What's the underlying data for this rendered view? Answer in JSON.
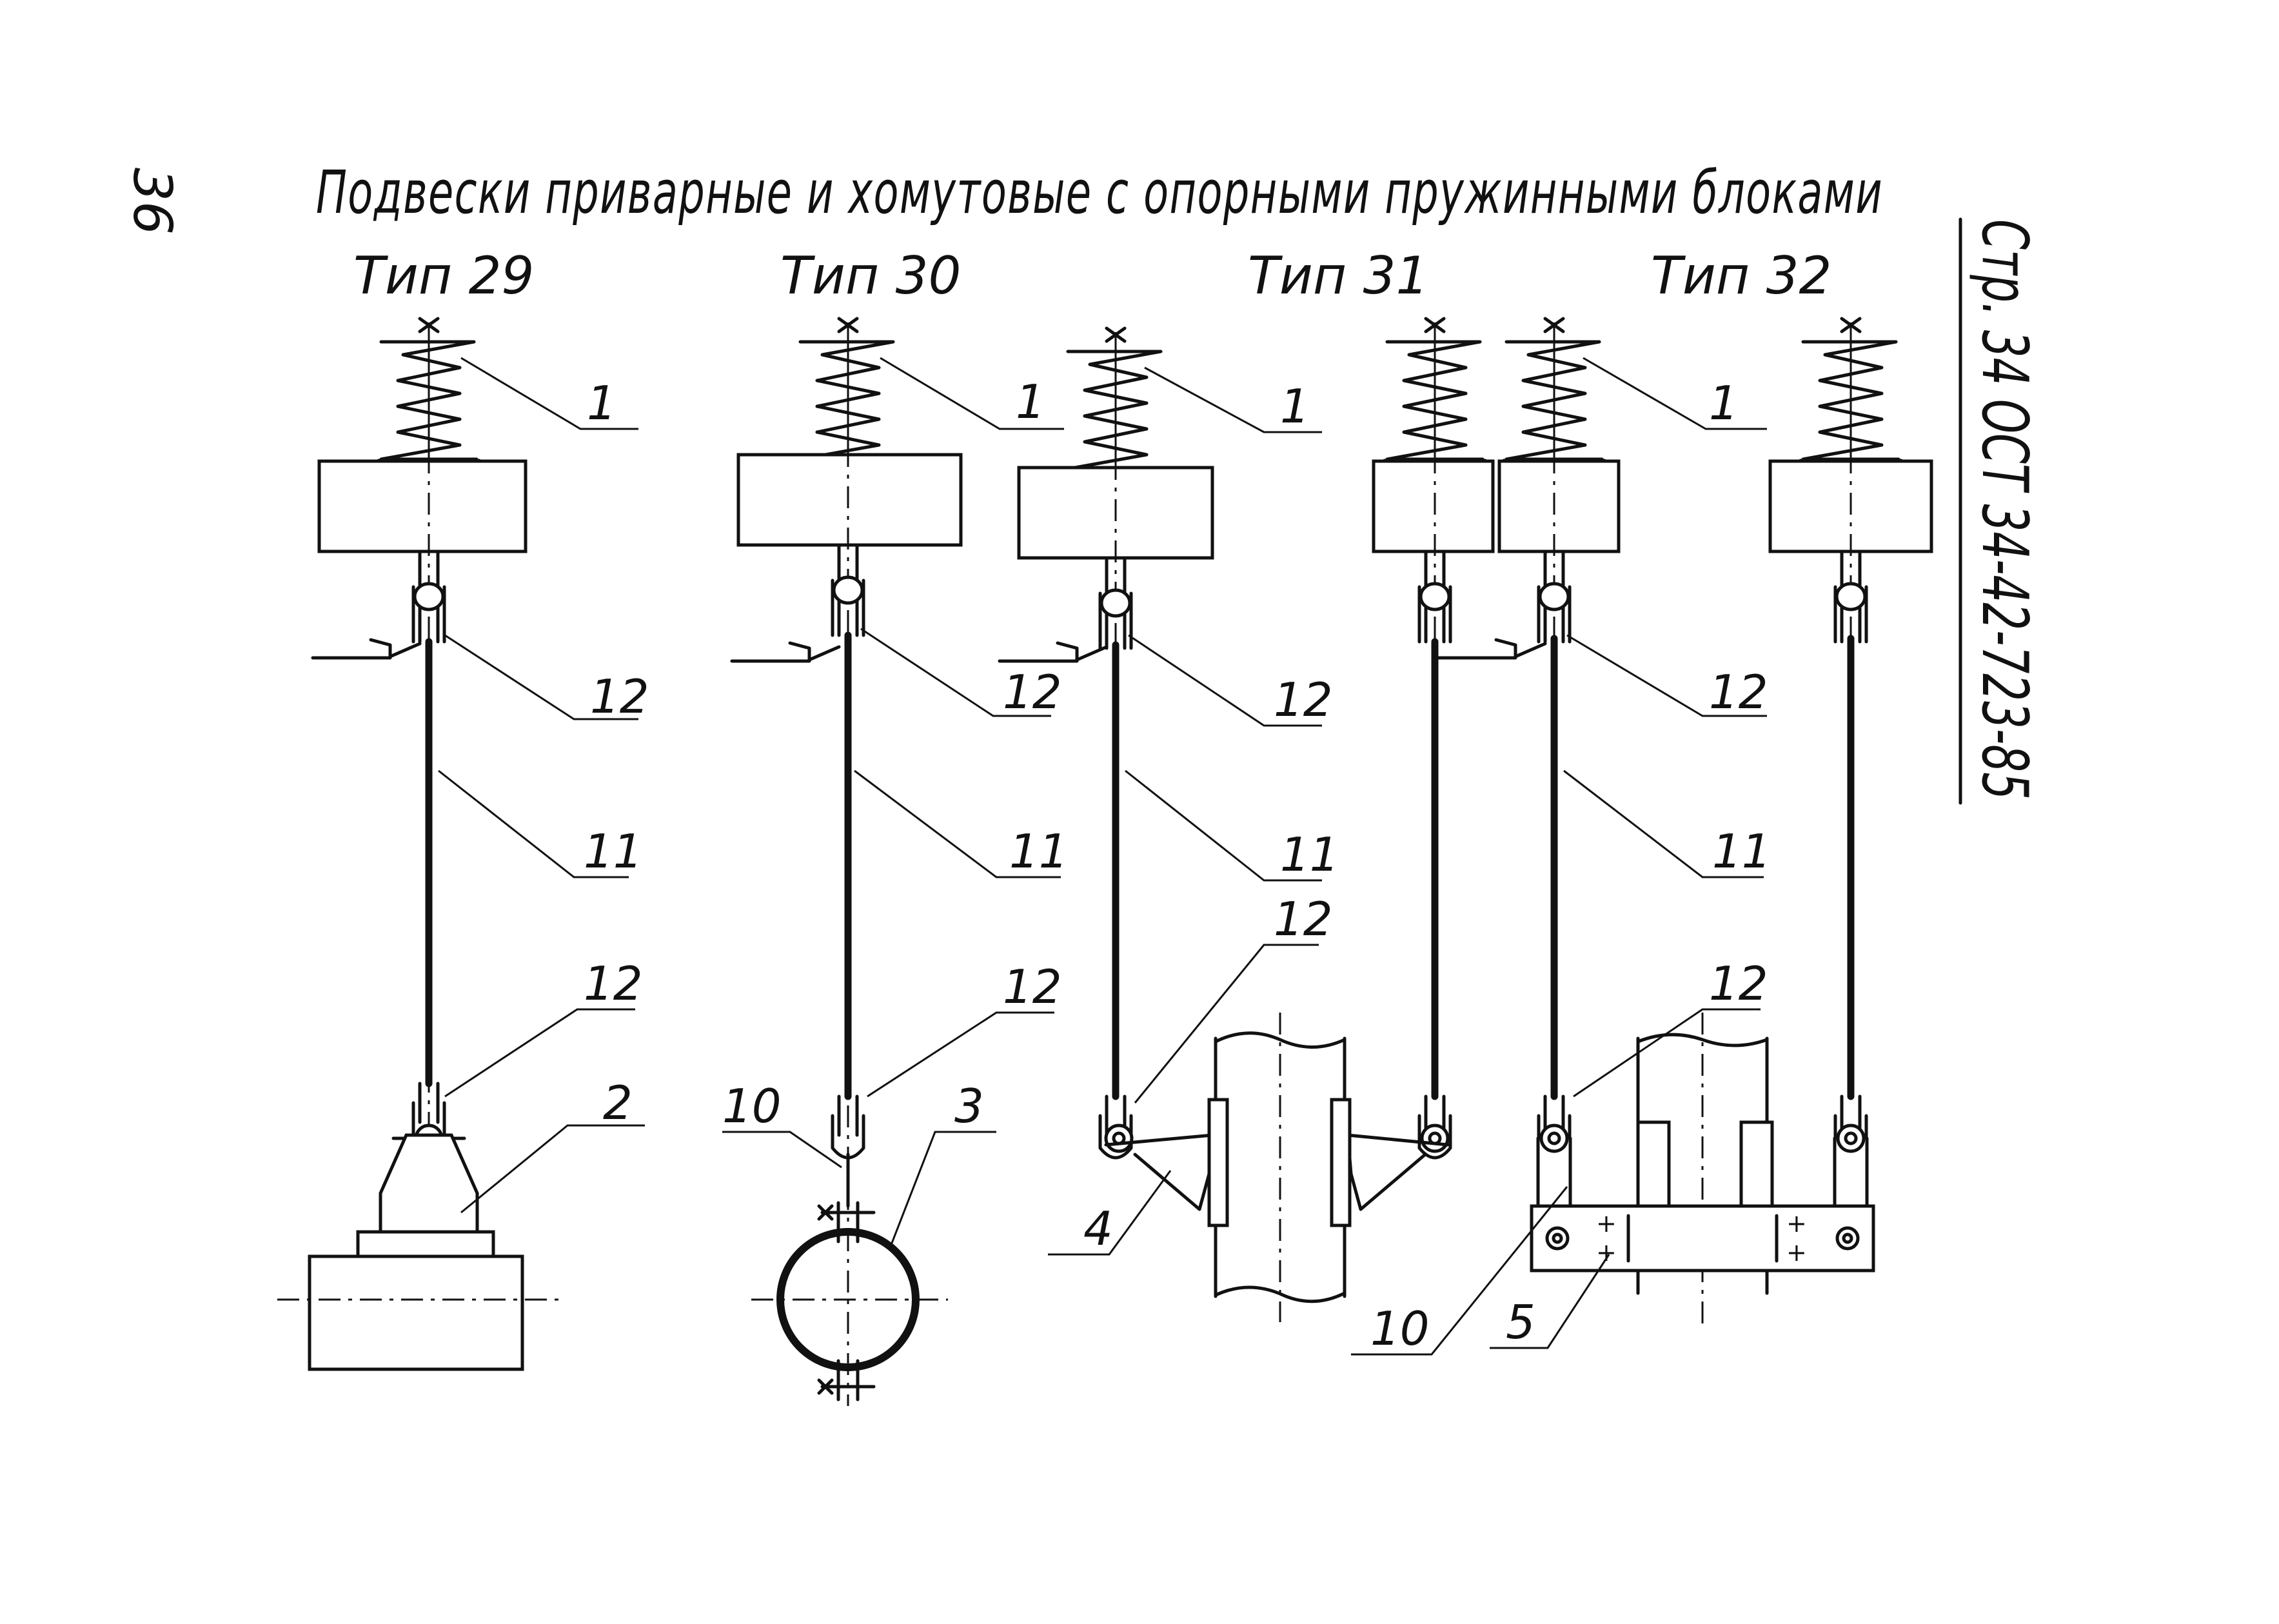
{
  "page_number": "36",
  "title": "Подвески приварные и хомутовые с опорными пружинными блоками",
  "standard_code": "Стр. 34 ОСТ 34-42-723-85",
  "types": [
    {
      "label": "Тип 29",
      "callouts": [
        "1",
        "12",
        "11",
        "12",
        "2"
      ]
    },
    {
      "label": "Тип 30",
      "callouts": [
        "1",
        "12",
        "11",
        "12",
        "10",
        "3"
      ]
    },
    {
      "label": "Тип 31",
      "callouts": [
        "1",
        "12",
        "11",
        "12",
        "4"
      ]
    },
    {
      "label": "Тип 32",
      "callouts": [
        "1",
        "12",
        "11",
        "12",
        "10",
        "5"
      ]
    }
  ]
}
